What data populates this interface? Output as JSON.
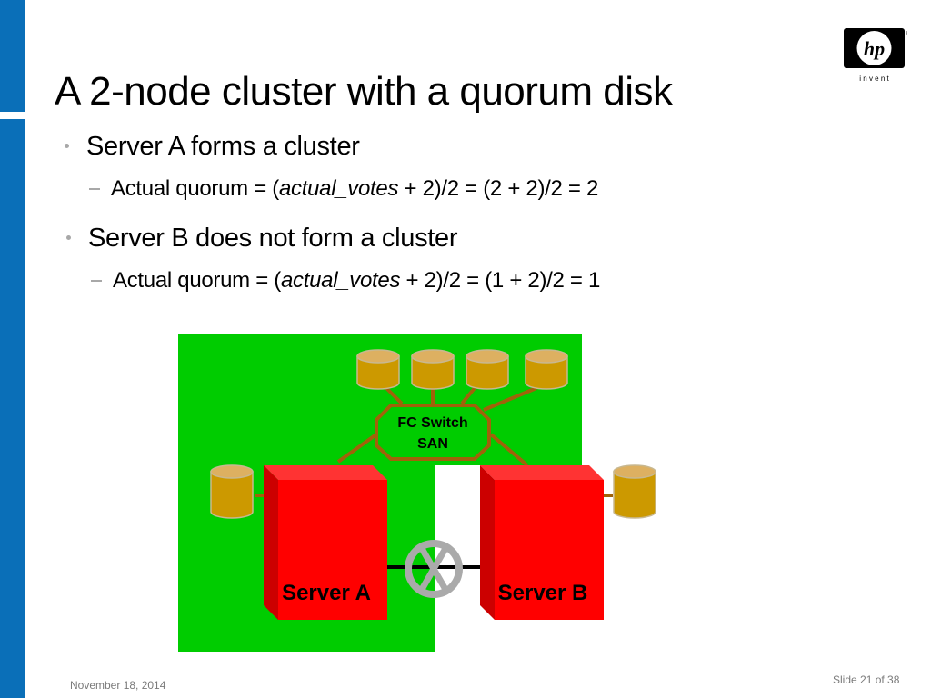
{
  "slide": {
    "title": "A 2-node cluster with a quorum disk",
    "bullets": [
      {
        "text": "Server A forms a cluster",
        "sub": {
          "prefix": "Actual quorum = (",
          "italic": "actual_votes",
          "suffix": " + 2)/2 = (2 + 2)/2 = 2"
        }
      },
      {
        "text": "Server B does not form a cluster",
        "sub": {
          "prefix": "Actual quorum = (",
          "italic": "actual_votes",
          "suffix": " + 2)/2 = (1 + 2)/2 = 1"
        }
      }
    ],
    "footer": {
      "date": "November 18, 2014",
      "slide_number": "Slide 21 of 38"
    }
  },
  "logo": {
    "brand": "hp",
    "tagline": "i n v e n t",
    "registered": "®"
  },
  "diagram": {
    "switch_label_line1": "FC Switch",
    "switch_label_line2": "SAN",
    "servers": [
      {
        "label": "Server A"
      },
      {
        "label": "Server B"
      }
    ],
    "shared_disk_count": 4,
    "colors": {
      "cluster_region": "#00cc00",
      "server": "#ff0000",
      "server_side": "#cc0000",
      "server_top": "#ff3333",
      "disk": "#cc9900",
      "disk_top": "#ddb061",
      "link": "#a0620a",
      "broken_link_icon": "#aaaaaa",
      "accent": "#0a6fb8"
    }
  }
}
